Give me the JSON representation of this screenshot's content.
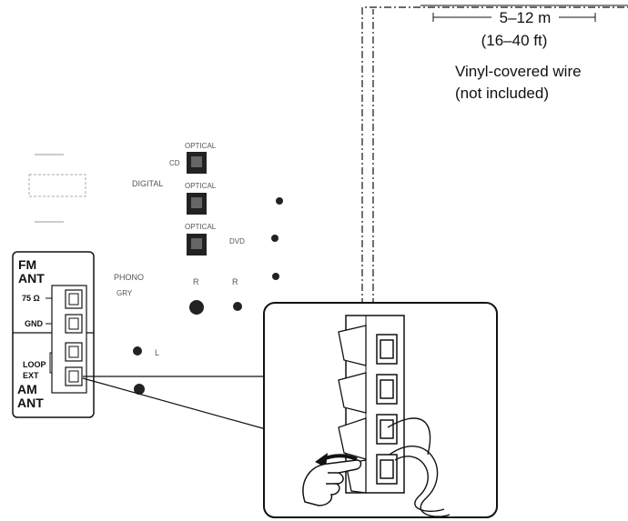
{
  "wire_note": {
    "length_metric": "5–12 m",
    "length_imperial": "(16–40 ft)",
    "wire_type": "Vinyl-covered wire",
    "wire_note": "(not included)"
  },
  "terminal_panel": {
    "fm_heading_1": "FM",
    "fm_heading_2": "ANT",
    "impedance_label": "75 Ω",
    "ground_label": "GND",
    "loop_label": "LOOP",
    "ext_label": "EXT",
    "am_heading_1": "AM",
    "am_heading_2": "ANT"
  },
  "rear_panel_faint_labels": {
    "digital": "DIGITAL",
    "optical": "OPTICAL",
    "phono": "PHONO",
    "cd": "CD",
    "dvd": "DVD"
  }
}
